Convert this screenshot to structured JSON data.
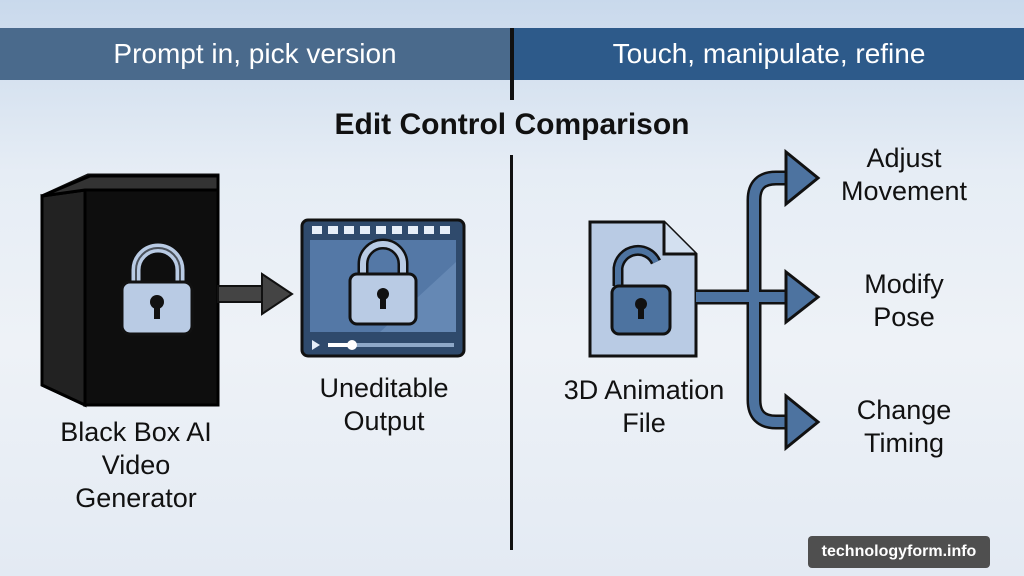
{
  "banner": {
    "left": "Prompt in, pick version",
    "right": "Touch, manipulate, refine"
  },
  "title": "Edit Control Comparison",
  "left_panel": {
    "black_box_label": "Black Box AI Video Generator",
    "output_label": "Uneditable Output"
  },
  "right_panel": {
    "file_label": "3D Animation File",
    "branches": [
      "Adjust Movement",
      "Modify Pose",
      "Change Timing"
    ]
  },
  "watermark": "technologyform.info",
  "colors": {
    "banner_left": "#4a6a8c",
    "banner_right": "#2d5a8a",
    "arrow_blue": "#4d73a0",
    "lock_fill": "#b9cbe4",
    "file_fill": "#b9cbe4",
    "black_box": "#111111"
  }
}
